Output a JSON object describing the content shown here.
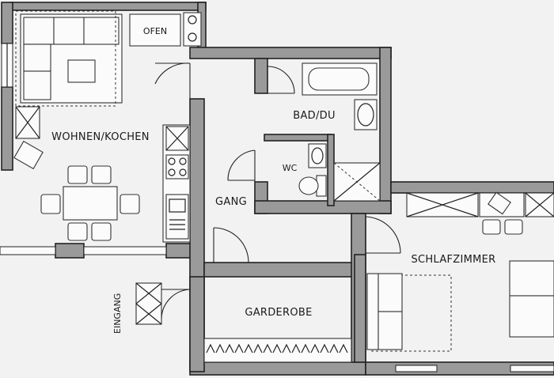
{
  "rooms": {
    "wohnen_kochen": "WOHNEN/KOCHEN",
    "ofen": "OFEN",
    "bad_du": "BAD/DU",
    "wc": "WC",
    "gang": "GANG",
    "schlafzimmer": "SCHLAFZIMMER",
    "garderobe": "GARDEROBE",
    "eingang": "EINGANG"
  }
}
